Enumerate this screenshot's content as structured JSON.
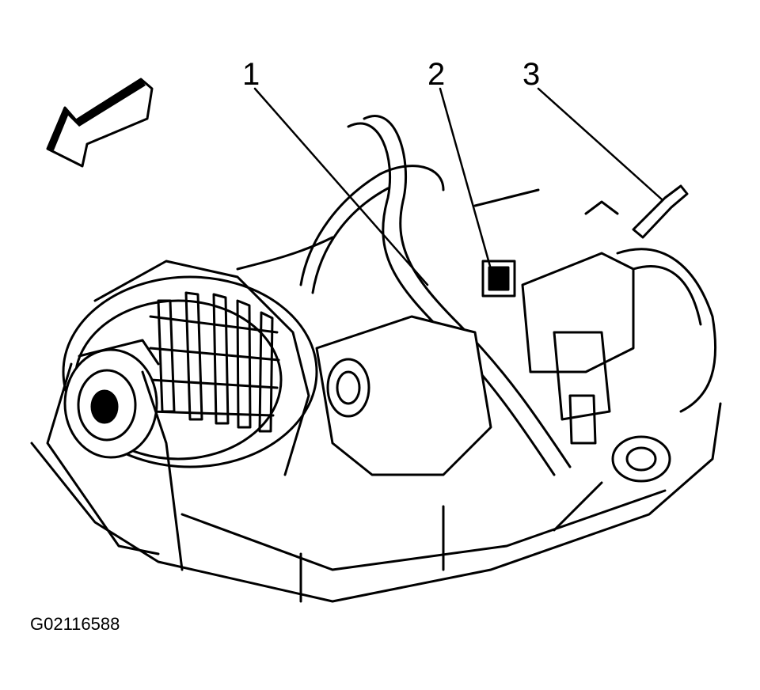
{
  "figure": {
    "id": "G02116588",
    "callouts": [
      {
        "label": "1"
      },
      {
        "label": "2"
      },
      {
        "label": "3"
      }
    ]
  },
  "colors": {
    "ink": "#000000",
    "paper": "#ffffff"
  },
  "icons": [
    "direction-arrow-icon"
  ]
}
